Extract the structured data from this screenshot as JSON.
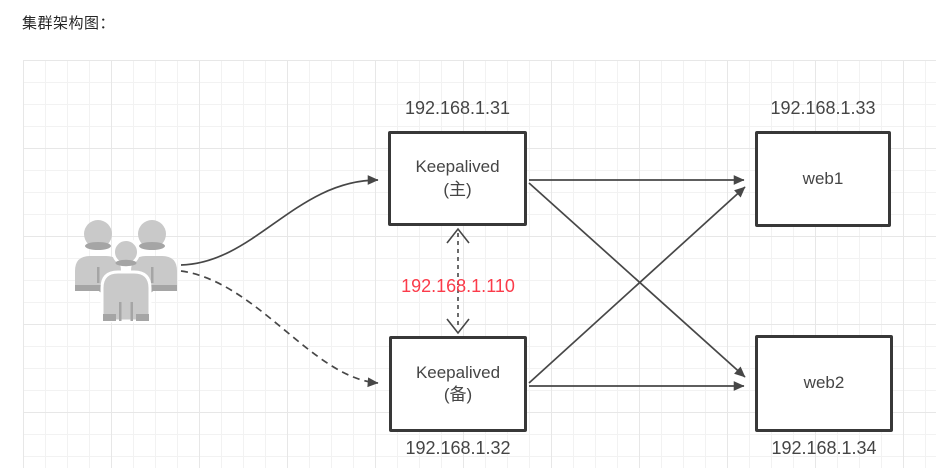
{
  "title": "集群架构图：",
  "nodes": {
    "keepalived_master": {
      "line1": "Keepalived",
      "line2": "(主)",
      "ip": "192.168.1.31"
    },
    "keepalived_backup": {
      "line1": "Keepalived",
      "line2": "(备)",
      "ip": "192.168.1.32"
    },
    "web1": {
      "label": "web1",
      "ip": "192.168.1.33"
    },
    "web2": {
      "label": "web2",
      "ip": "192.168.1.34"
    }
  },
  "vip": {
    "label": "192.168.1.110"
  },
  "edges": [
    {
      "from": "users",
      "to": "keepalived_master",
      "style": "solid-curved-arrow"
    },
    {
      "from": "users",
      "to": "keepalived_backup",
      "style": "dashed-curved-arrow"
    },
    {
      "from": "keepalived_master",
      "to": "keepalived_backup",
      "style": "dashed-double-arrow"
    },
    {
      "from": "keepalived_master",
      "to": "web1",
      "style": "solid-arrow"
    },
    {
      "from": "keepalived_master",
      "to": "web2",
      "style": "solid-arrow"
    },
    {
      "from": "keepalived_backup",
      "to": "web1",
      "style": "solid-arrow"
    },
    {
      "from": "keepalived_backup",
      "to": "web2",
      "style": "solid-arrow"
    }
  ],
  "colors": {
    "edge": "#474747",
    "box_border": "#383838",
    "label_text": "#454545",
    "vip_red": "#fb3b4a",
    "people_gray": "#c9c9c9",
    "people_shadow": "#a5a5a5",
    "grid_minor": "#f2f2f2",
    "grid_major": "#e7e7e7"
  }
}
